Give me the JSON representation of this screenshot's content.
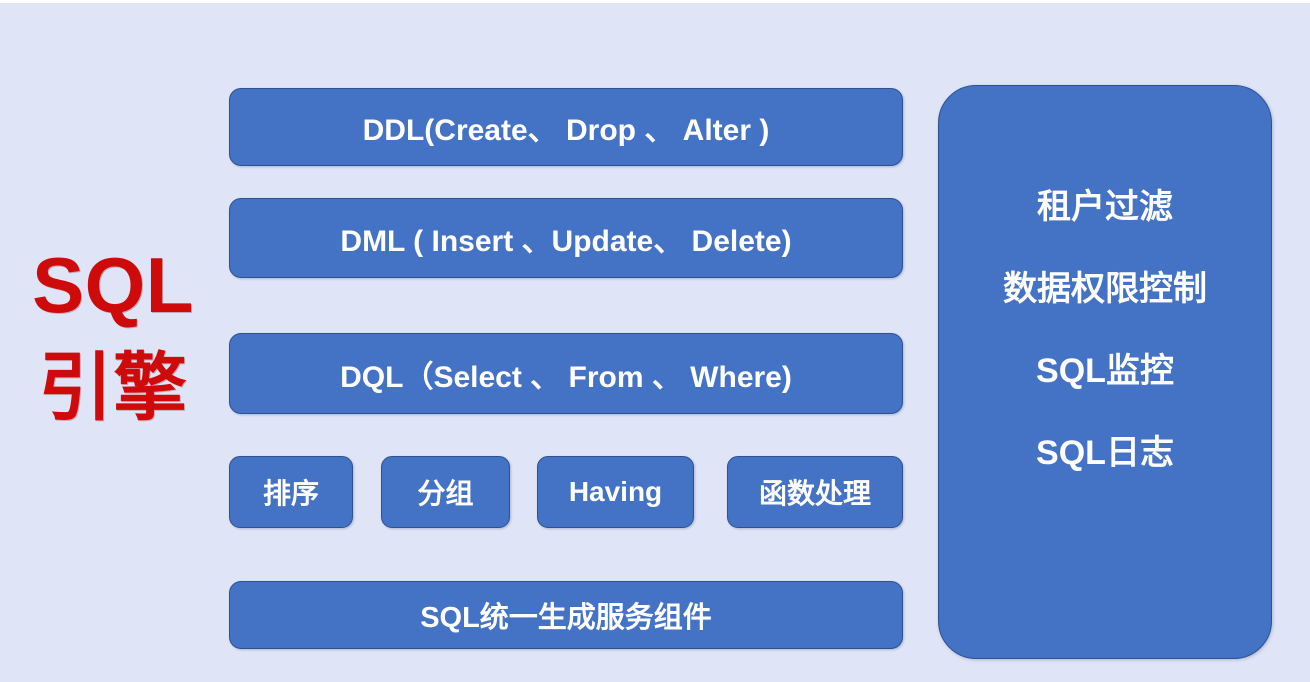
{
  "slide": {
    "background_color": "#dfe5f7",
    "box_fill_color": "#4472c4",
    "box_border_color": "#2f528f",
    "box_text_color": "#ffffff",
    "title_color": "#cf0a0a"
  },
  "engine_label": {
    "line1": "SQL",
    "line2": "引擎"
  },
  "statement_rows": [
    {
      "id": "ddl",
      "label": "DDL(Create、 Drop 、 Alter )"
    },
    {
      "id": "dml",
      "label": "DML ( Insert 、Update、 Delete)"
    },
    {
      "id": "dql",
      "label": "DQL（Select 、 From 、 Where)"
    },
    {
      "id": "service",
      "label": "SQL统一生成服务组件"
    }
  ],
  "operator_chips": [
    {
      "id": "sort",
      "label": "排序"
    },
    {
      "id": "group",
      "label": "分组"
    },
    {
      "id": "having",
      "label": "Having"
    },
    {
      "id": "func",
      "label": "函数处理"
    }
  ],
  "right_panel": {
    "items": [
      {
        "label": "租户过滤"
      },
      {
        "label": "数据权限控制"
      },
      {
        "label": "SQL监控"
      },
      {
        "label": "SQL日志"
      }
    ]
  }
}
